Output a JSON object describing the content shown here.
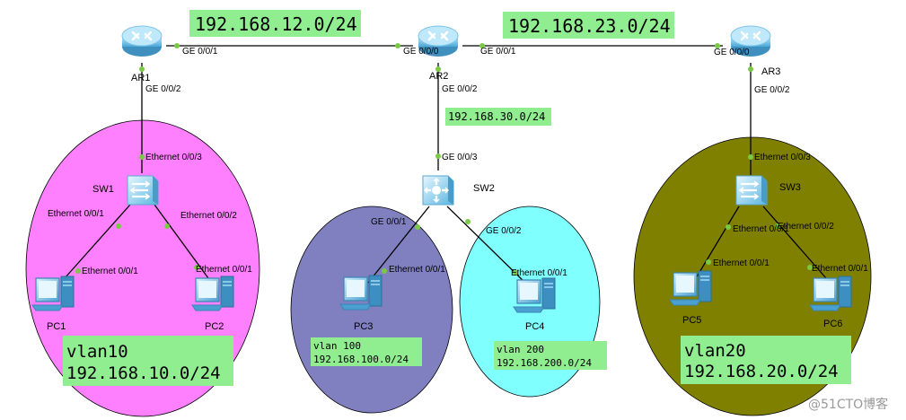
{
  "colors": {
    "vlan10_area": "#ff80ff",
    "vlan100_area": "#8080c0",
    "vlan200_area": "#80ffff",
    "vlan20_area": "#808000",
    "label_bg": "#90ee90",
    "link": "#000000",
    "port_dot": "#7ac943"
  },
  "icons": {
    "router": "router-icon",
    "switch": "switch-icon",
    "l3_switch": "l3-switch-icon",
    "pc": "pc-icon"
  },
  "networks": {
    "n12": "192.168.12.0/24",
    "n23": "192.168.23.0/24",
    "n30": "192.168.30.0/24",
    "vlan10_name": "vlan10",
    "vlan10_net": "192.168.10.0/24",
    "vlan100_name": "vlan 100",
    "vlan100_net": "192.168.100.0/24",
    "vlan200_name": "vlan 200",
    "vlan200_net": "192.168.200.0/24",
    "vlan20_name": "vlan20",
    "vlan20_net": "192.168.20.0/24"
  },
  "devices": {
    "ar1": "AR1",
    "ar2": "AR2",
    "ar3": "AR3",
    "sw1": "SW1",
    "sw2": "SW2",
    "sw3": "SW3",
    "pc1": "PC1",
    "pc2": "PC2",
    "pc3": "PC3",
    "pc4": "PC4",
    "pc5": "PC5",
    "pc6": "PC6"
  },
  "ports": {
    "ar1_ge001": "GE 0/0/1",
    "ar1_ge002": "GE 0/0/2",
    "ar2_ge000": "GE 0/0/0",
    "ar2_ge001": "GE 0/0/1",
    "ar2_ge002": "GE 0/0/2",
    "ar3_ge000": "GE 0/0/0",
    "ar3_ge002": "GE 0/0/2",
    "sw1_e003": "Ethernet 0/0/3",
    "sw1_e001": "Ethernet 0/0/1",
    "sw1_e002": "Ethernet 0/0/2",
    "pc1_e001": "Ethernet 0/0/1",
    "pc2_e001": "Ethernet 0/0/1",
    "sw2_ge003": "GE 0/0/3",
    "sw2_ge001": "GE 0/0/1",
    "sw2_ge002": "GE 0/0/2",
    "pc3_e001": "Ethernet 0/0/1",
    "pc4_e001": "Ethernet 0/0/1",
    "sw3_e003": "Ethernet 0/0/3",
    "sw3_e001": "Ethernet 0/0/1",
    "sw3_e002": "Ethernet 0/0/2",
    "pc5_e001": "Ethernet 0/0/1",
    "pc6_e001": "Ethernet 0/0/1"
  },
  "watermark": "@51CTO博客"
}
